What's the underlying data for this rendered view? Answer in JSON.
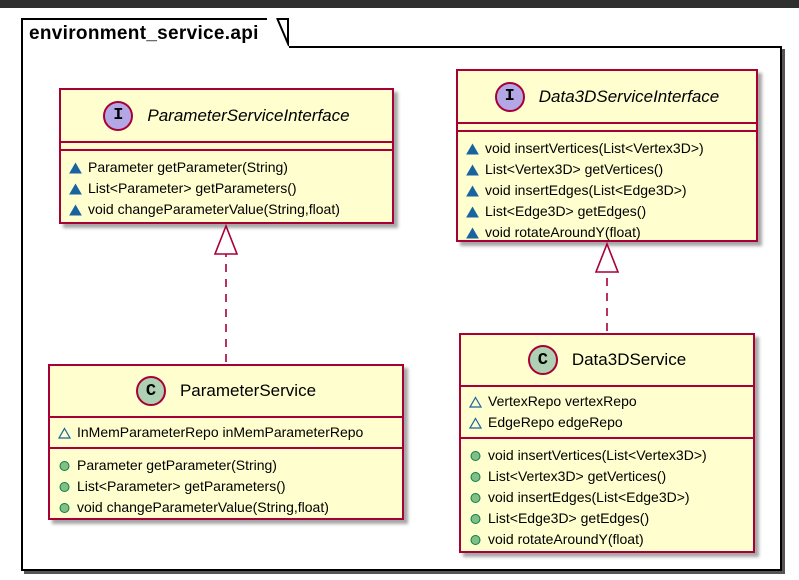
{
  "package": {
    "name": "environment_service.api"
  },
  "colors": {
    "box_fill": "#fefece",
    "box_border": "#a80036",
    "interface_badge": "#b4a7e5",
    "class_badge": "#add1b2",
    "package_visibility": "#1963a0",
    "public_visibility": "#84be84"
  },
  "classes": {
    "param_iface": {
      "stereotype": "I",
      "name": "ParameterServiceInterface",
      "methods": [
        {
          "visibility": "package",
          "text": "Parameter getParameter(String)"
        },
        {
          "visibility": "package",
          "text": "List<Parameter> getParameters()"
        },
        {
          "visibility": "package",
          "text": "void changeParameterValue(String,float)"
        }
      ]
    },
    "data_iface": {
      "stereotype": "I",
      "name": "Data3DServiceInterface",
      "methods": [
        {
          "visibility": "package",
          "text": "void insertVertices(List<Vertex3D>)"
        },
        {
          "visibility": "package",
          "text": "List<Vertex3D> getVertices()"
        },
        {
          "visibility": "package",
          "text": "void insertEdges(List<Edge3D>)"
        },
        {
          "visibility": "package",
          "text": "List<Edge3D> getEdges()"
        },
        {
          "visibility": "package",
          "text": "void rotateAroundY(float)"
        }
      ]
    },
    "param_service": {
      "stereotype": "C",
      "name": "ParameterService",
      "fields": [
        {
          "visibility": "package-field",
          "text": "InMemParameterRepo inMemParameterRepo"
        }
      ],
      "methods": [
        {
          "visibility": "public",
          "text": "Parameter getParameter(String)"
        },
        {
          "visibility": "public",
          "text": "List<Parameter> getParameters()"
        },
        {
          "visibility": "public",
          "text": "void changeParameterValue(String,float)"
        }
      ]
    },
    "data_service": {
      "stereotype": "C",
      "name": "Data3DService",
      "fields": [
        {
          "visibility": "package-field",
          "text": "VertexRepo vertexRepo"
        },
        {
          "visibility": "package-field",
          "text": "EdgeRepo edgeRepo"
        }
      ],
      "methods": [
        {
          "visibility": "public",
          "text": "void insertVertices(List<Vertex3D>)"
        },
        {
          "visibility": "public",
          "text": "List<Vertex3D> getVertices()"
        },
        {
          "visibility": "public",
          "text": "void insertEdges(List<Edge3D>)"
        },
        {
          "visibility": "public",
          "text": "List<Edge3D> getEdges()"
        },
        {
          "visibility": "public",
          "text": "void rotateAroundY(float)"
        }
      ]
    }
  },
  "relations": [
    {
      "type": "realization",
      "from": "ParameterService",
      "to": "ParameterServiceInterface"
    },
    {
      "type": "realization",
      "from": "Data3DService",
      "to": "Data3DServiceInterface"
    }
  ]
}
